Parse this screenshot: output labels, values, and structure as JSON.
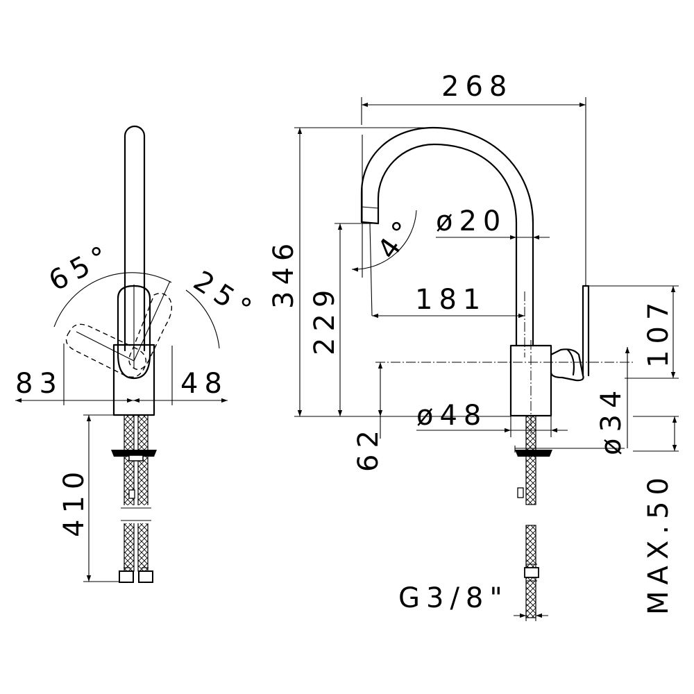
{
  "dimensions": {
    "d_268": "268",
    "d_346": "346",
    "d_229": "229",
    "d_181": "181",
    "d_107": "107",
    "d_62": "62",
    "d_o20": "ø20",
    "d_o48": "ø48",
    "d_o34": "ø34",
    "d_max50": "MAX.50",
    "d_g38": "G3/8\"",
    "d_4deg": "4°",
    "d_65deg": "65°",
    "d_25deg": "25°",
    "d_83": "83",
    "d_48": "48",
    "d_410": "410"
  }
}
